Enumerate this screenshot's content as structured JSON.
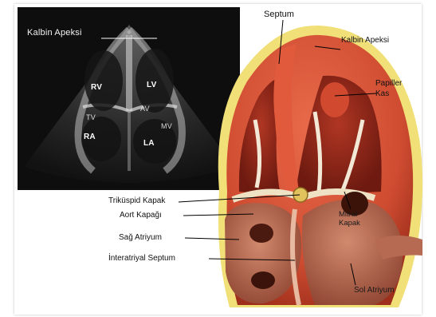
{
  "echo": {
    "apex_label": "Kalbin Apeksi",
    "rv": "RV",
    "lv": "LV",
    "tv": "TV",
    "av": "AV",
    "mv": "MV",
    "ra": "RA",
    "la": "LA"
  },
  "anatomy": {
    "septum": "Septum",
    "apex": "Kalbin Apeksi",
    "papillary_line1": "Papiller",
    "papillary_line2": "Kas",
    "tricuspid": "Triküspid Kapak",
    "aortic": "Aort Kapağı",
    "right_atrium": "Sağ Atriyum",
    "interatrial": "İnteratriyal  Septum",
    "mitral_line1": "Mitral",
    "mitral_line2": "Kapak",
    "left_atrium": "Sol Atriyum"
  },
  "colors": {
    "muscle": "#d9553a",
    "muscle_dark": "#a4321f",
    "fat": "#f0e07a",
    "chamber": "#c0725a",
    "echo_bg": "#0e0e0e"
  }
}
